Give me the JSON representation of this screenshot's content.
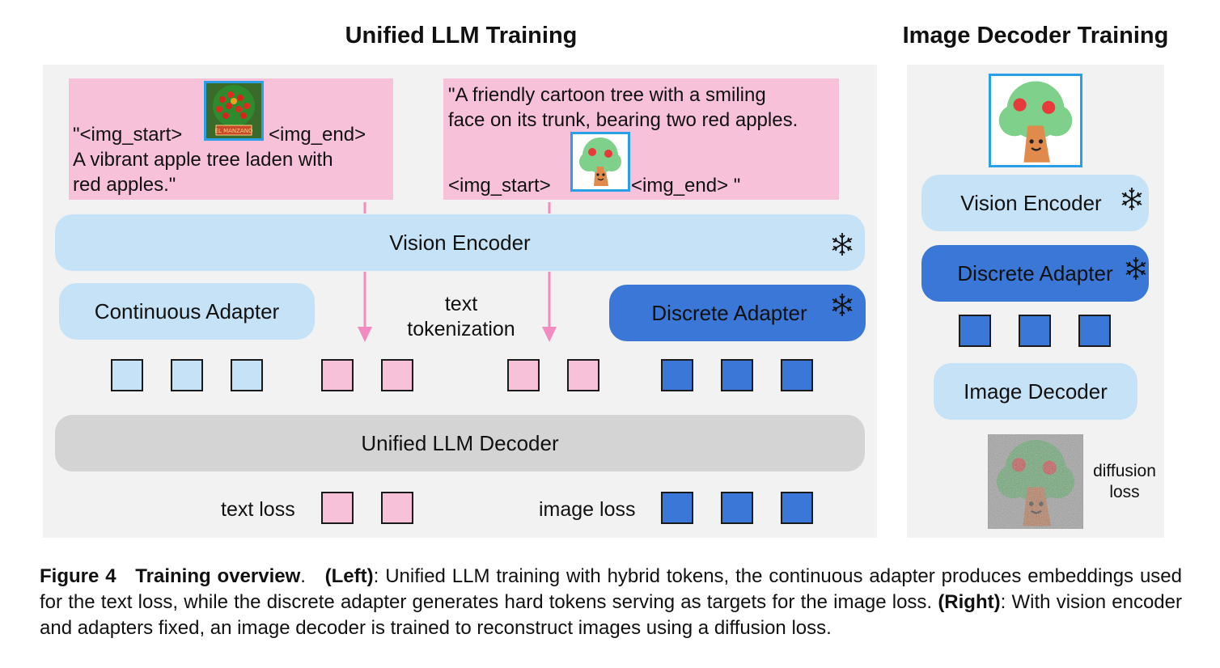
{
  "titles": {
    "left": "Unified LLM Training",
    "right": "Image Decoder Training"
  },
  "left": {
    "pink_box_1": {
      "quote_start": "\"<img_start>",
      "img_end": "<img_end>",
      "line2": "A vibrant apple tree laden with",
      "line3": "red apples.\"",
      "image_sign": "EL MANZANO"
    },
    "pink_box_2": {
      "line1": "\"A friendly cartoon tree with a smiling",
      "line2": "face on its trunk, bearing two red apples.",
      "img_start": "<img_start>",
      "img_end": "<img_end> \""
    },
    "vision_encoder": "Vision Encoder",
    "continuous_adapter": "Continuous Adapter",
    "text_tokenization_1": "text",
    "text_tokenization_2": "tokenization",
    "discrete_adapter": "Discrete Adapter",
    "decoder": "Unified LLM Decoder",
    "text_loss": "text loss",
    "image_loss": "image loss"
  },
  "right": {
    "vision_encoder": "Vision Encoder",
    "discrete_adapter": "Discrete Adapter",
    "image_decoder": "Image Decoder",
    "diffusion_1": "diffusion",
    "diffusion_2": "loss"
  },
  "caption": {
    "fig_label": "Figure 4",
    "fig_title": "Training overview",
    "left_tag": "(Left)",
    "left_text": ": Unified LLM training with hybrid tokens, the continuous adapter produces embeddings used for the text loss, while the discrete adapter generates hard tokens serving as targets for the image loss.",
    "right_tag": "(Right)",
    "right_text": ": With vision encoder and adapters fixed, an image decoder is trained to reconstruct images using a diffusion loss."
  },
  "colors": {
    "pink": "#f7c1d9",
    "light_blue": "#c6e2f6",
    "dark_blue": "#3a77d6",
    "grey": "#d4d4d4",
    "panel": "#f1f2f1",
    "arrow": "#f28bc0"
  },
  "icons": [
    "snowflake-icon",
    "apple-tree-photo",
    "cartoon-tree-image",
    "noisy-tree-image"
  ]
}
